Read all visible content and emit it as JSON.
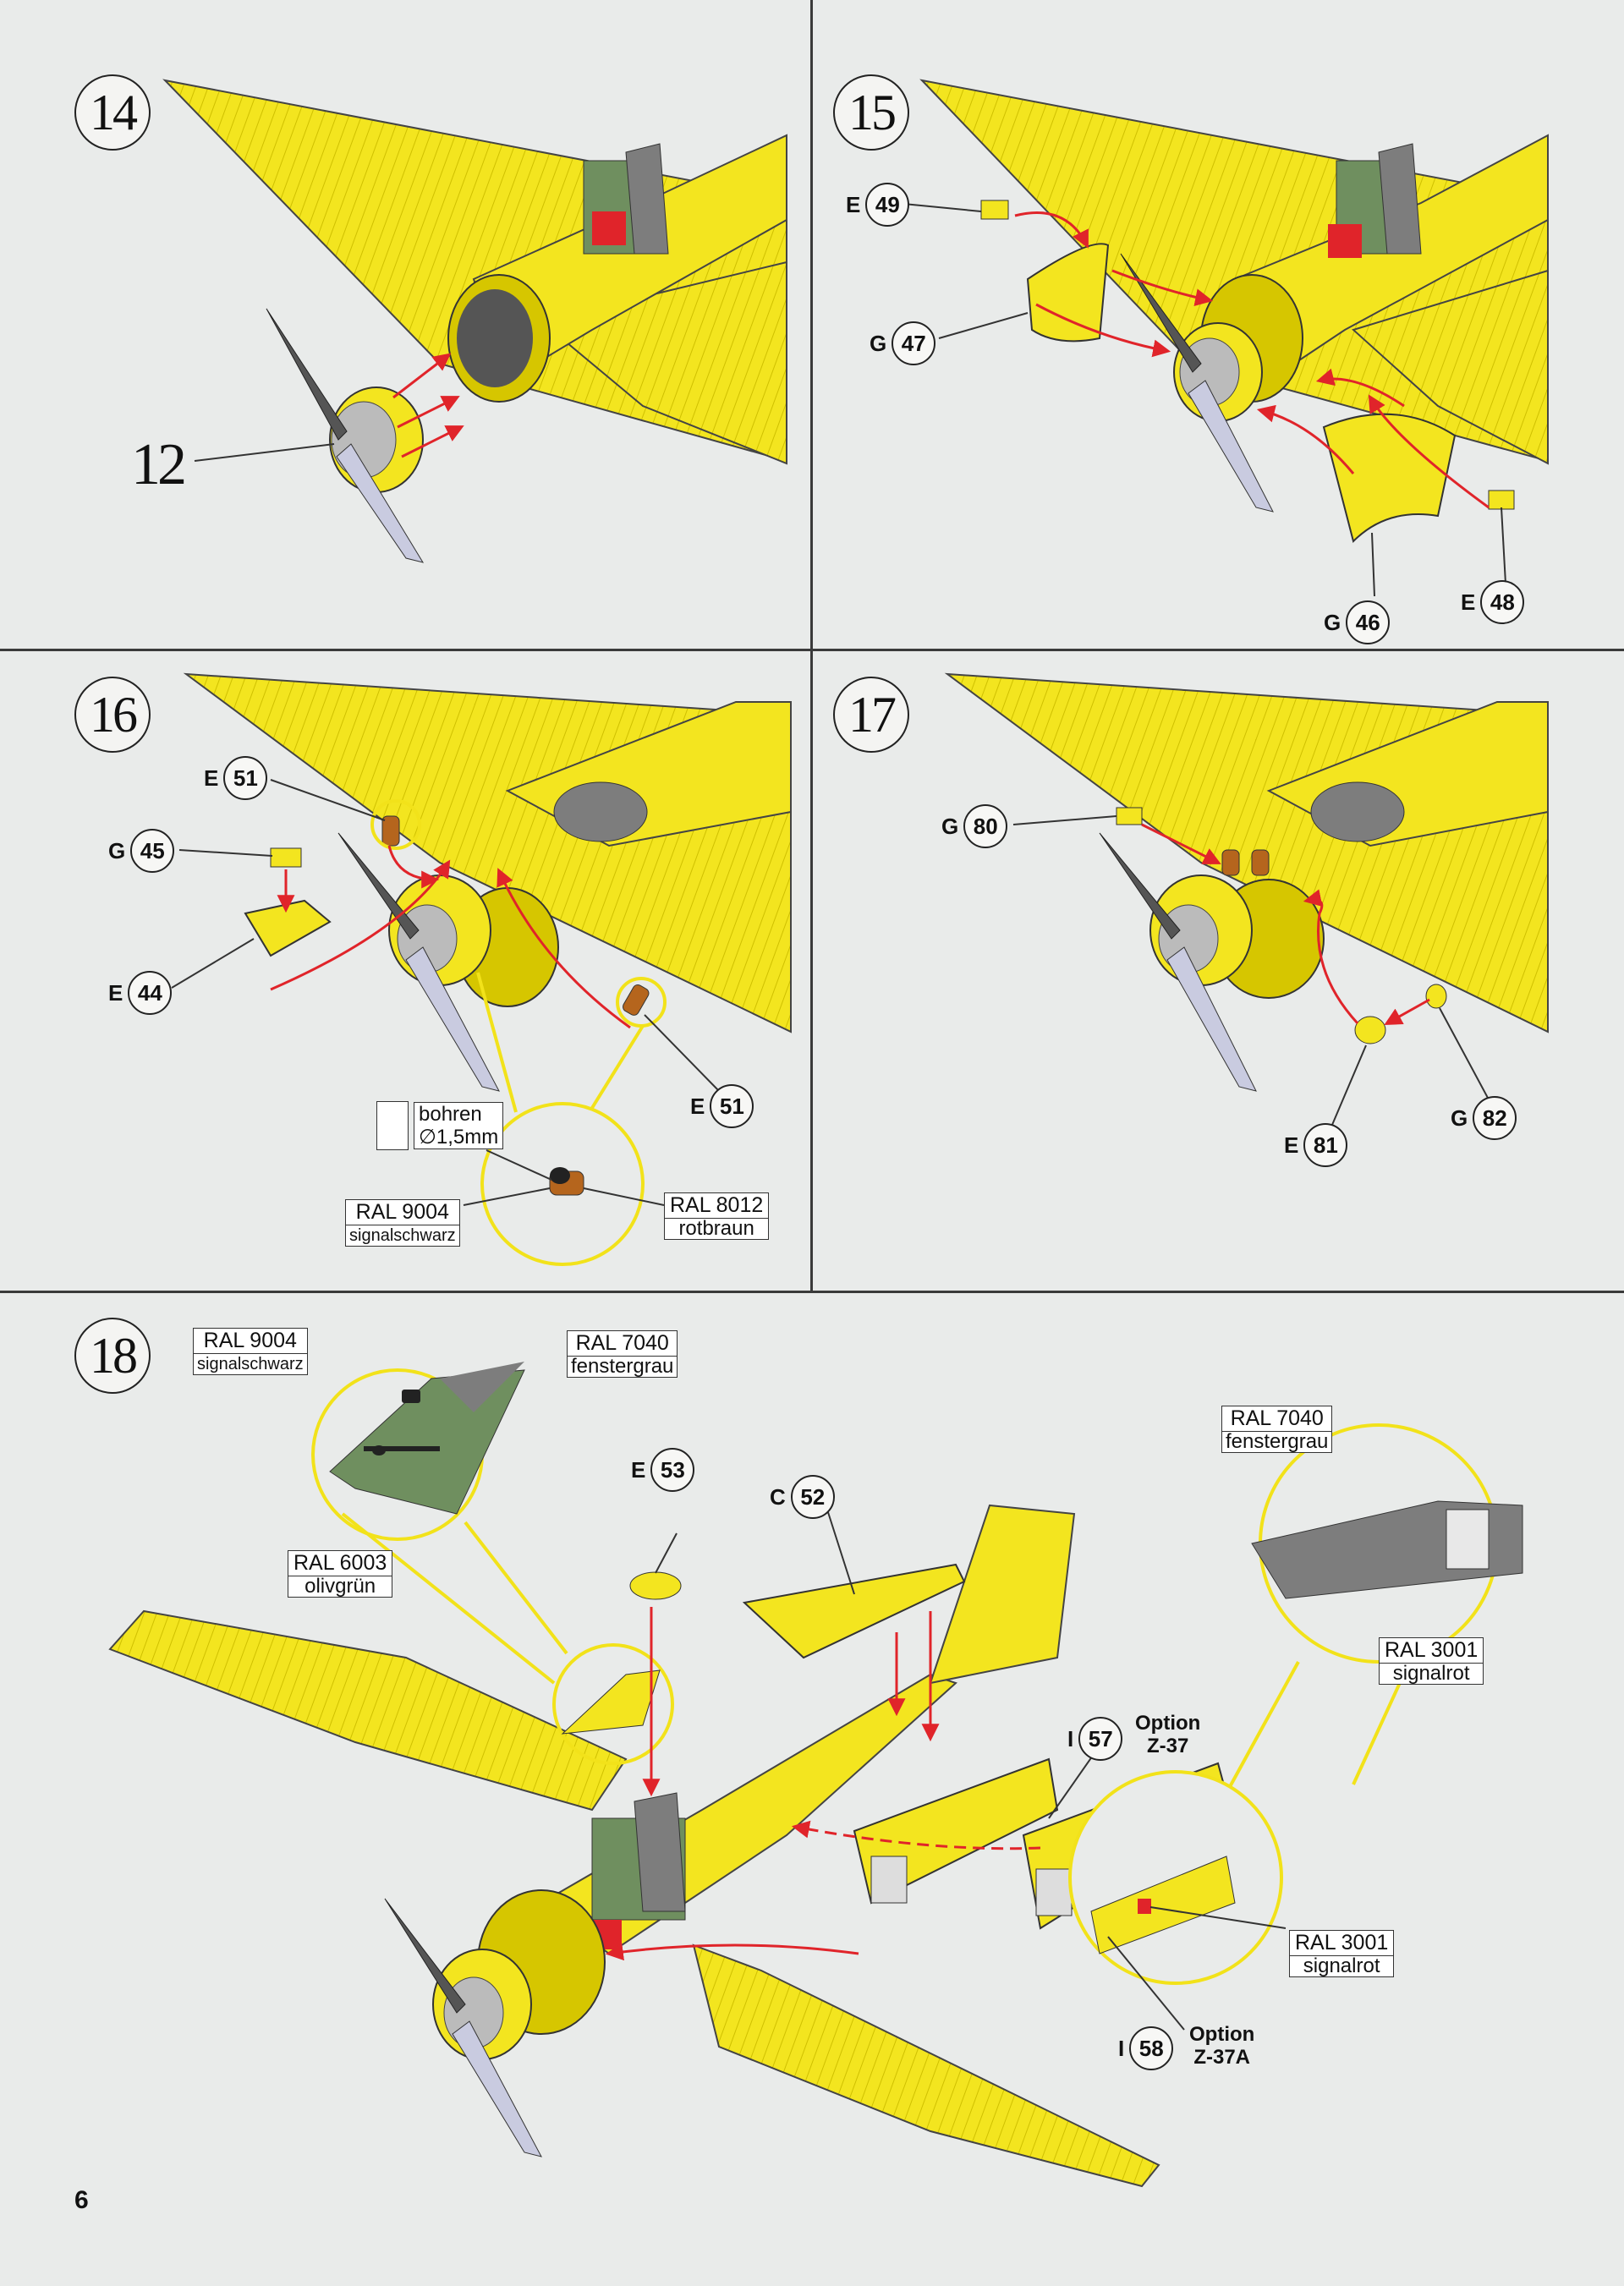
{
  "page_number": "6",
  "steps": {
    "s14": {
      "number": "14",
      "part_label": "12"
    },
    "s15": {
      "number": "15",
      "c1": {
        "letter": "E",
        "num": "49"
      },
      "c2": {
        "letter": "G",
        "num": "47"
      },
      "c3": {
        "letter": "G",
        "num": "46"
      },
      "c4": {
        "letter": "E",
        "num": "48"
      }
    },
    "s16": {
      "number": "16",
      "c1": {
        "letter": "E",
        "num": "51"
      },
      "c2": {
        "letter": "G",
        "num": "45"
      },
      "c3": {
        "letter": "E",
        "num": "44"
      },
      "c4": {
        "letter": "E",
        "num": "51"
      },
      "drill": {
        "line1": "bohren",
        "line2": "∅1,5mm"
      },
      "ral_a": {
        "code": "RAL 9004",
        "name": "signalschwarz"
      },
      "ral_b": {
        "code": "RAL 8012",
        "name": "rotbraun"
      }
    },
    "s17": {
      "number": "17",
      "c1": {
        "letter": "G",
        "num": "80"
      },
      "c2": {
        "letter": "E",
        "num": "81"
      },
      "c3": {
        "letter": "G",
        "num": "82"
      }
    },
    "s18": {
      "number": "18",
      "c1": {
        "letter": "E",
        "num": "53"
      },
      "c2": {
        "letter": "C",
        "num": "52"
      },
      "c3": {
        "letter": "I",
        "num": "57",
        "option": "Option",
        "variant": "Z-37"
      },
      "c4": {
        "letter": "I",
        "num": "58",
        "option": "Option",
        "variant": "Z-37A"
      },
      "ral_a": {
        "code": "RAL 9004",
        "name": "signalschwarz"
      },
      "ral_b": {
        "code": "RAL 7040",
        "name": "fenstergrau"
      },
      "ral_c": {
        "code": "RAL 6003",
        "name": "olivgrün"
      },
      "ral_d": {
        "code": "RAL 7040",
        "name": "fenstergrau"
      },
      "ral_e": {
        "code": "RAL 3001",
        "name": "signalrot"
      },
      "ral_f": {
        "code": "RAL 3001",
        "name": "signalrot"
      }
    }
  },
  "colors": {
    "yellow": "#f3e51f",
    "yellow_dark": "#d6c600",
    "red_arrow": "#e0242a",
    "grid": "#3a3a3a",
    "cockpit_green": "#6f8f5f",
    "grey": "#7d7d7d",
    "highlight_ring": "#f2e21a"
  }
}
